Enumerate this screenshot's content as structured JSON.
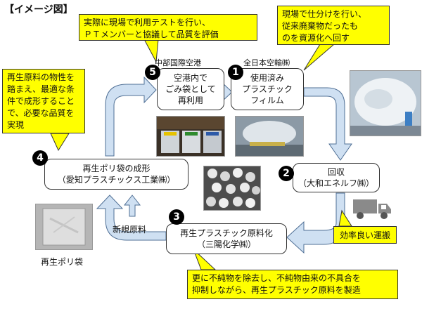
{
  "title": "【イメージ図】",
  "callouts": {
    "test": "実際に現場で利用テストを行い、\nＰＴメンバーと協議して品質を評価",
    "sort": "現場で仕分けを行い、\n従来廃棄物だったも\nのを資源化へ回す",
    "mold": "再生原料の物性を\n踏まえ、最適な条\n件で成形すること\nで、必要な品質を\n実現",
    "impurity": "更に不純物を除去し、不純物由来の不具合を\n抑制しながら、再生プラスチック原料を製造"
  },
  "nodes": {
    "n1": {
      "num": "1",
      "text": "使用済み\nプラスチック\nフィルム",
      "org": "全日本空輸㈱"
    },
    "n2": {
      "num": "2",
      "text": "回収\n（大和エネルフ㈱）"
    },
    "n3": {
      "num": "3",
      "text": "再生プラスチック原料化\n（三陽化学㈱）"
    },
    "n4": {
      "num": "4",
      "text": "再生ポリ袋の成形\n（愛知プラスチックス工業㈱）"
    },
    "n5": {
      "num": "5",
      "text": "空港内で\nごみ袋として\n再利用",
      "org": "中部国際空港"
    }
  },
  "labels": {
    "new_material": "新規原料",
    "recycled_bag": "再生ポリ袋",
    "efficient": "効率良い運搬"
  },
  "icons": [
    "truck-icon",
    "recycled-pellets-photo",
    "plastic-bale-photo",
    "bins-photo",
    "loading-photo",
    "bag-photo"
  ]
}
